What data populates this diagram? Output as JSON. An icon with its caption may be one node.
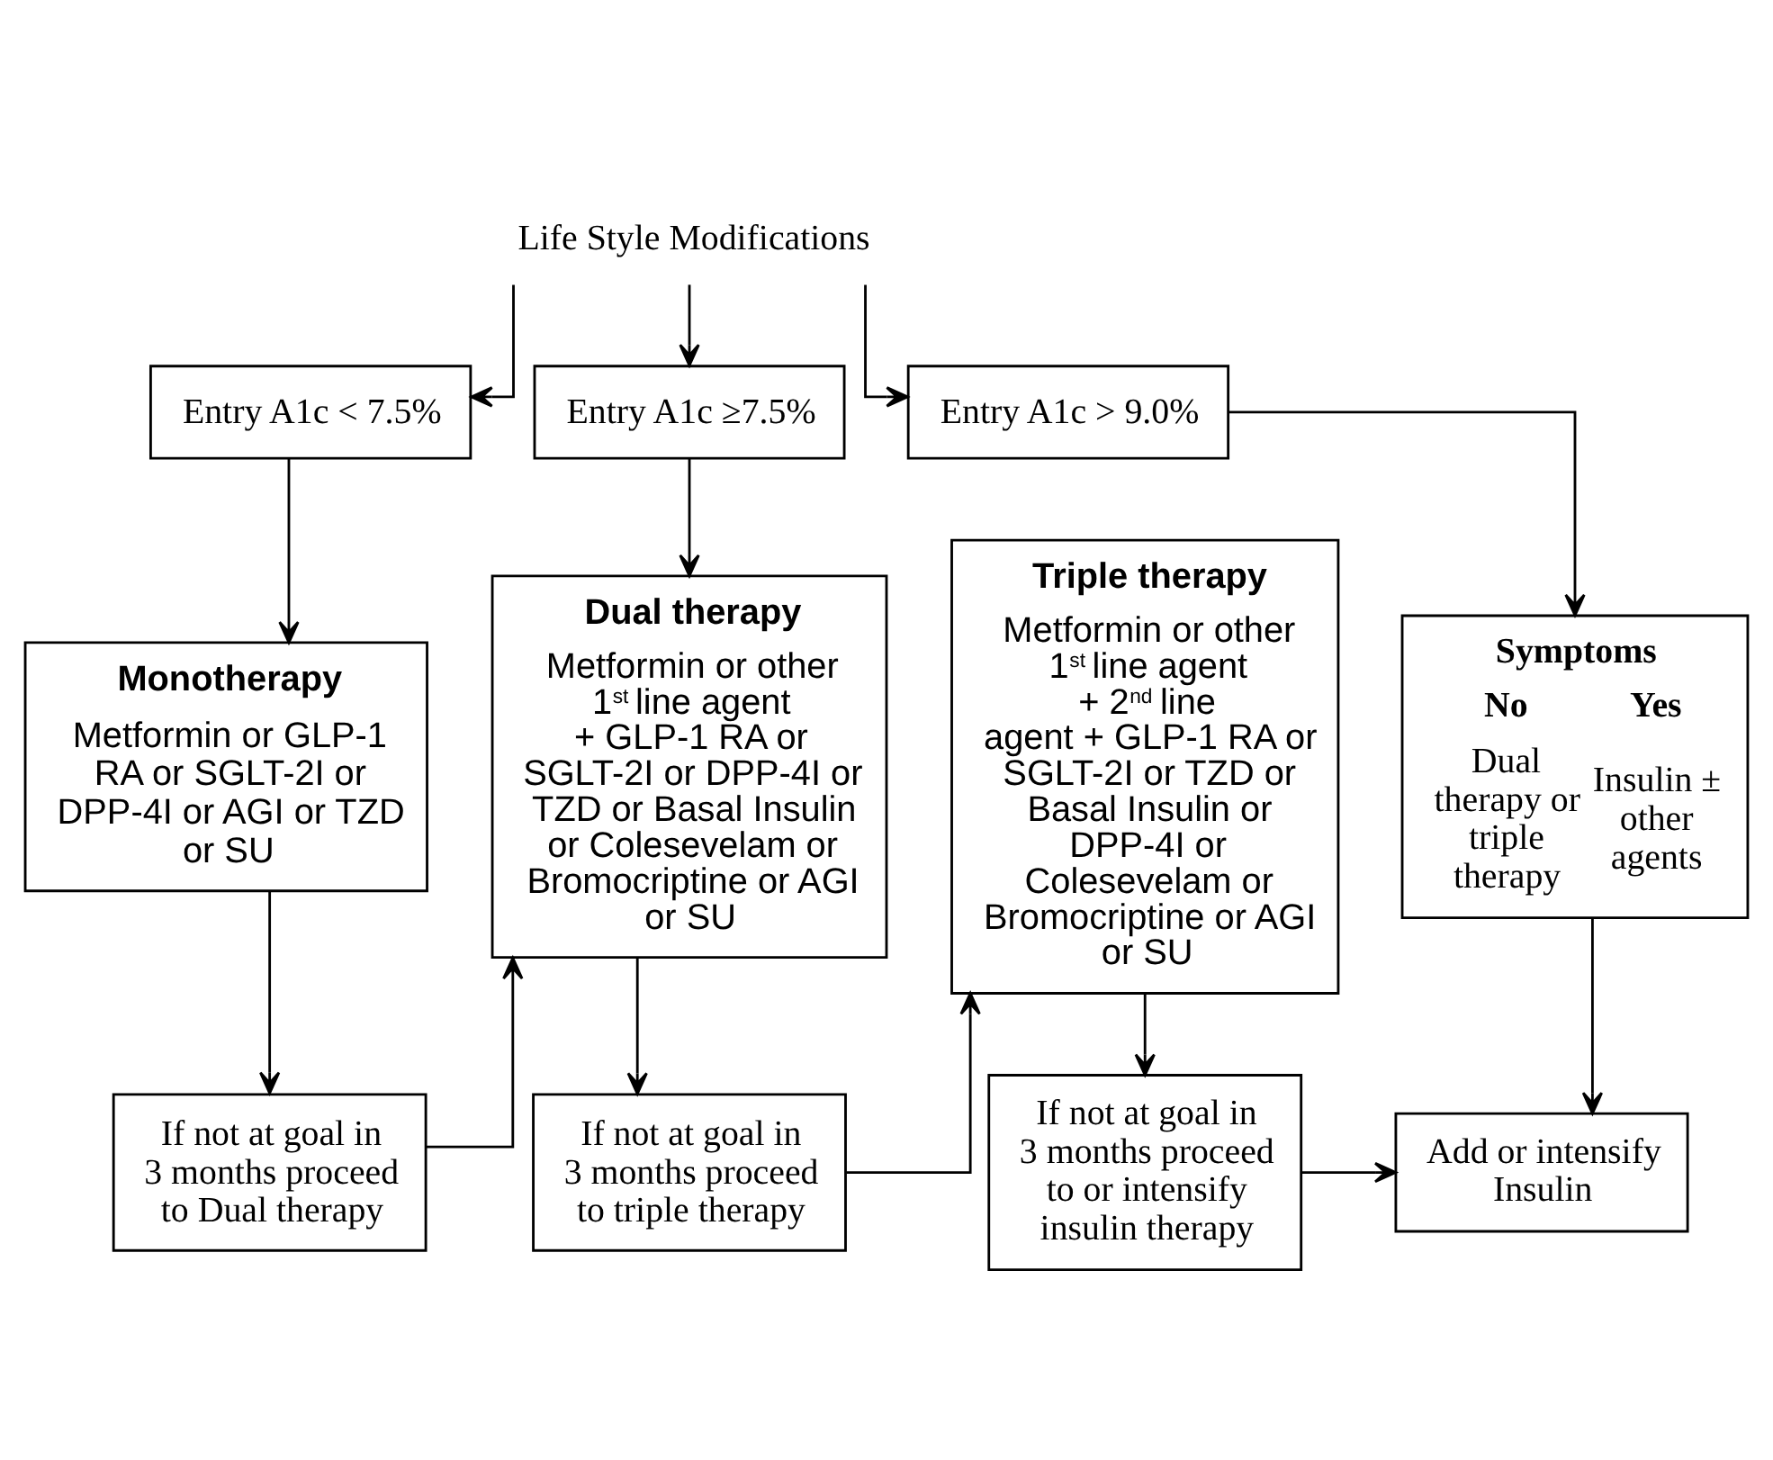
{
  "diagram": {
    "nodes": [
      {
        "text": [
          "Life Style Modifications"
        ]
      },
      {
        "text": [
          "Entry A1c < 7.5%"
        ]
      },
      {
        "text": [
          "Entry A1c ≥7.5%"
        ]
      },
      {
        "text": [
          "Entry A1c > 9.0%"
        ]
      },
      {
        "text": [
          "Monotherapy",
          "Metformin or GLP-1 RA or SGLT-2I or DPP-4I or AGI or TZD or SU"
        ]
      },
      {
        "text": [
          "If not at goal in 3 months proceed to Dual therapy"
        ]
      },
      {
        "text": [
          "Dual therapy",
          "Metformin or other 1$^{st}$ line agent + GLP-1 RA or SGLT-2I or DPP-4I or TZD or Basal Insulin or Colesevelam or Bromocriptine or AGI or SU"
        ]
      },
      {
        "text": [
          "If not at goal in 3 months proceed to triple therapy"
        ]
      },
      {
        "text": [
          "Triple therapy",
          "Metformin or other 1$^{st}$ line agent + 2$^{nd}$ line agent + GLP-1 RA or SGLT-2I or TZD or Basal Insulin or DPP-4I or Colesevelam or Bromocriptine or AGI or SU"
        ]
      },
      {
        "text": [
          "If not at goal in 3 months proceed to or intensify insulin therapy"
        ]
      },
      {
        "text": [
          "Symptoms",
          "No",
          "Yes",
          "Dual therapy or triple therapy",
          "Insulin ± other agents"
        ]
      },
      {
        "text": [
          "Add or intensify Insulin"
        ]
      }
    ],
    "edges": [
      {
        "from": 0,
        "to": 1,
        "arrow": "to"
      },
      {
        "from": 0,
        "to": 2,
        "arrow": "to"
      },
      {
        "from": 0,
        "to": 3,
        "arrow": "to"
      },
      {
        "from": 1,
        "to": 4,
        "arrow": "to"
      },
      {
        "from": 4,
        "to": 5,
        "arrow": "to"
      },
      {
        "from": 5,
        "to": 6,
        "arrow": "to"
      },
      {
        "from": 2,
        "to": 6,
        "arrow": "to"
      },
      {
        "from": 6,
        "to": 7,
        "arrow": "to"
      },
      {
        "from": 7,
        "to": 8,
        "arrow": "to"
      },
      {
        "from": 8,
        "to": 9,
        "arrow": "to"
      },
      {
        "from": 9,
        "to": 11,
        "arrow": "to"
      },
      {
        "from": 3,
        "to": 10,
        "arrow": "to"
      },
      {
        "from": 10,
        "to": 11,
        "arrow": "to"
      }
    ]
  }
}
